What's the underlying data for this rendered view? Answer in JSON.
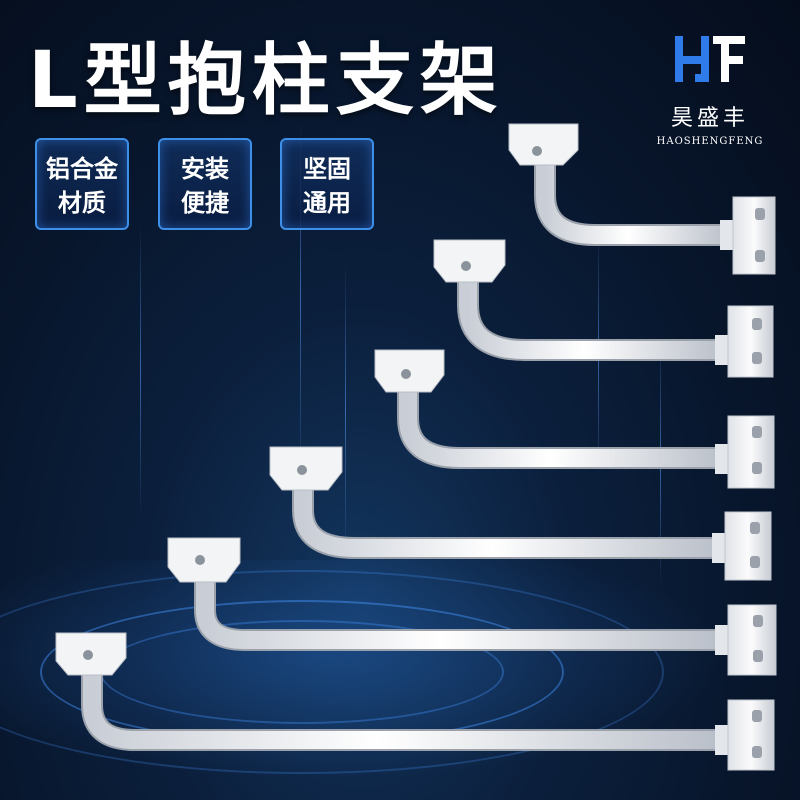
{
  "title": "L型抱柱支架",
  "brand": {
    "name_cn": "昊盛丰",
    "name_en": "HAOSHENGFENG",
    "logo_icon": "hsf-logo-icon",
    "colors": {
      "logo_primary": "#2f7bea",
      "logo_accent": "#ffffff"
    }
  },
  "badges": [
    {
      "line1": "铝合金",
      "line2": "材质"
    },
    {
      "line1": "安装",
      "line2": "便捷"
    },
    {
      "line1": "坚固",
      "line2": "通用"
    }
  ],
  "product": {
    "name": "L-shaped pole mount bracket",
    "variant_count": 6,
    "colors": {
      "bracket": "#f4f4f4",
      "background": "#071429",
      "accent": "#3d8fe8"
    }
  }
}
